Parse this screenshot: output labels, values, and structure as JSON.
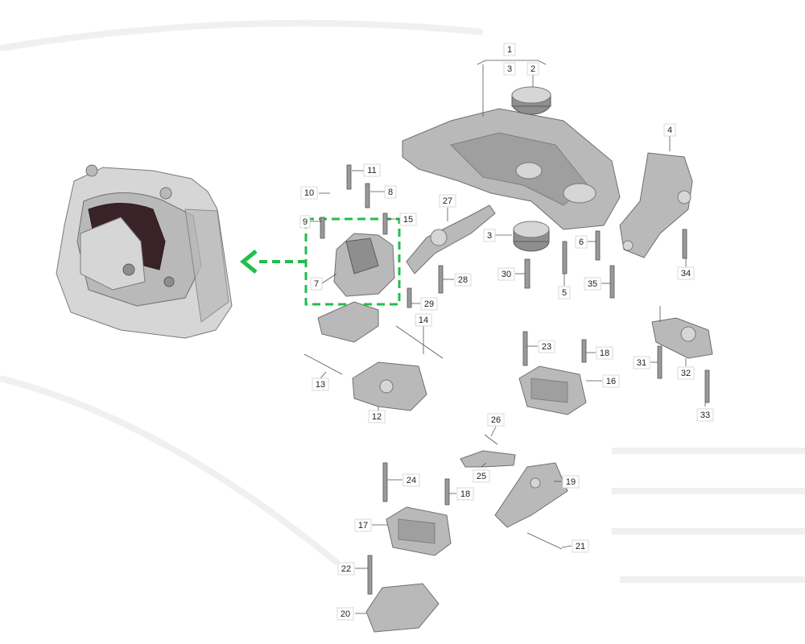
{
  "highlight_color": "#1fbf4a",
  "callouts": [
    {
      "id": "1",
      "text": "1"
    },
    {
      "id": "2",
      "text": "2"
    },
    {
      "id": "3a",
      "text": "3"
    },
    {
      "id": "3b",
      "text": "3"
    },
    {
      "id": "4",
      "text": "4"
    },
    {
      "id": "5",
      "text": "5"
    },
    {
      "id": "6",
      "text": "6"
    },
    {
      "id": "7",
      "text": "7"
    },
    {
      "id": "8",
      "text": "8"
    },
    {
      "id": "9",
      "text": "9"
    },
    {
      "id": "10",
      "text": "10"
    },
    {
      "id": "11",
      "text": "11"
    },
    {
      "id": "12",
      "text": "12"
    },
    {
      "id": "13",
      "text": "13"
    },
    {
      "id": "14",
      "text": "14"
    },
    {
      "id": "15",
      "text": "15"
    },
    {
      "id": "16",
      "text": "16"
    },
    {
      "id": "17",
      "text": "17"
    },
    {
      "id": "18a",
      "text": "18"
    },
    {
      "id": "18b",
      "text": "18"
    },
    {
      "id": "19",
      "text": "19"
    },
    {
      "id": "20",
      "text": "20"
    },
    {
      "id": "21",
      "text": "21"
    },
    {
      "id": "22",
      "text": "22"
    },
    {
      "id": "23",
      "text": "23"
    },
    {
      "id": "24",
      "text": "24"
    },
    {
      "id": "25",
      "text": "25"
    },
    {
      "id": "26",
      "text": "26"
    },
    {
      "id": "27",
      "text": "27"
    },
    {
      "id": "28",
      "text": "28"
    },
    {
      "id": "29",
      "text": "29"
    },
    {
      "id": "30",
      "text": "30"
    },
    {
      "id": "31",
      "text": "31"
    },
    {
      "id": "32",
      "text": "32"
    },
    {
      "id": "33",
      "text": "33"
    },
    {
      "id": "34",
      "text": "34"
    },
    {
      "id": "35",
      "text": "35"
    }
  ]
}
